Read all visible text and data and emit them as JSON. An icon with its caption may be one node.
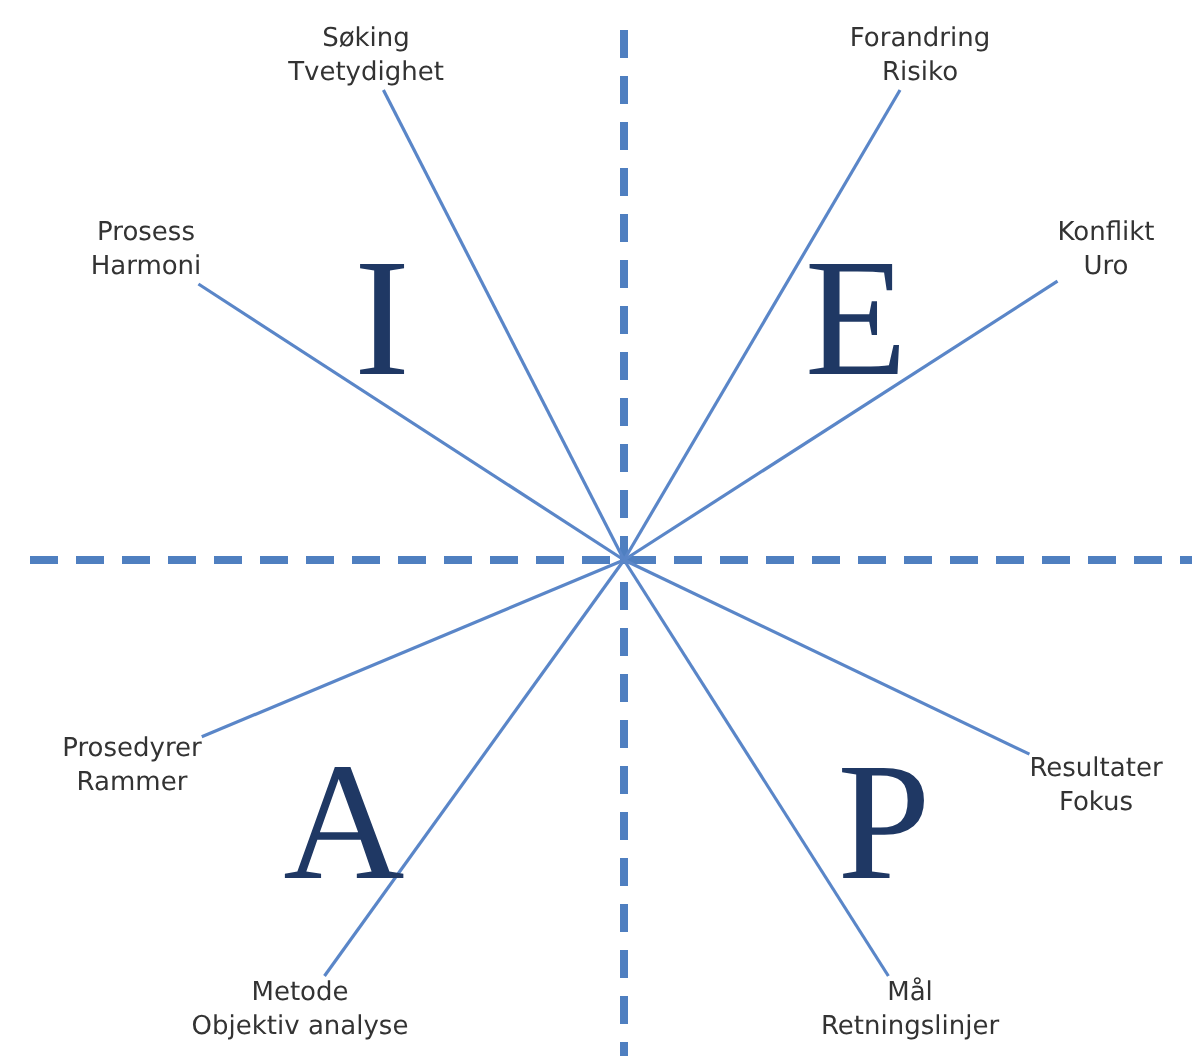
{
  "diagram": {
    "nodes": [
      {
        "text": [
          "Søking",
          "Tvetydighet"
        ]
      },
      {
        "text": [
          "Forandring",
          "Risiko"
        ]
      },
      {
        "text": [
          "Prosess",
          "Harmoni"
        ]
      },
      {
        "text": [
          "Konflikt",
          "Uro"
        ]
      },
      {
        "text": [
          "Prosedyrer",
          "Rammer"
        ]
      },
      {
        "text": [
          "Resultater",
          "Fokus"
        ]
      },
      {
        "text": [
          "Metode",
          "Objektiv analyse"
        ]
      },
      {
        "text": [
          "Mål",
          "Retningslinjer"
        ]
      }
    ],
    "edges": [
      {
        "from": 0,
        "to": null,
        "arrow": "none"
      },
      {
        "from": 1,
        "to": null,
        "arrow": "none"
      },
      {
        "from": 2,
        "to": null,
        "arrow": "none"
      },
      {
        "from": 3,
        "to": null,
        "arrow": "none"
      },
      {
        "from": 4,
        "to": null,
        "arrow": "none"
      },
      {
        "from": 5,
        "to": null,
        "arrow": "none"
      },
      {
        "from": 6,
        "to": null,
        "arrow": "none"
      },
      {
        "from": 7,
        "to": null,
        "arrow": "none"
      }
    ],
    "labels": [
      "I",
      "E",
      "A",
      "P"
    ]
  }
}
